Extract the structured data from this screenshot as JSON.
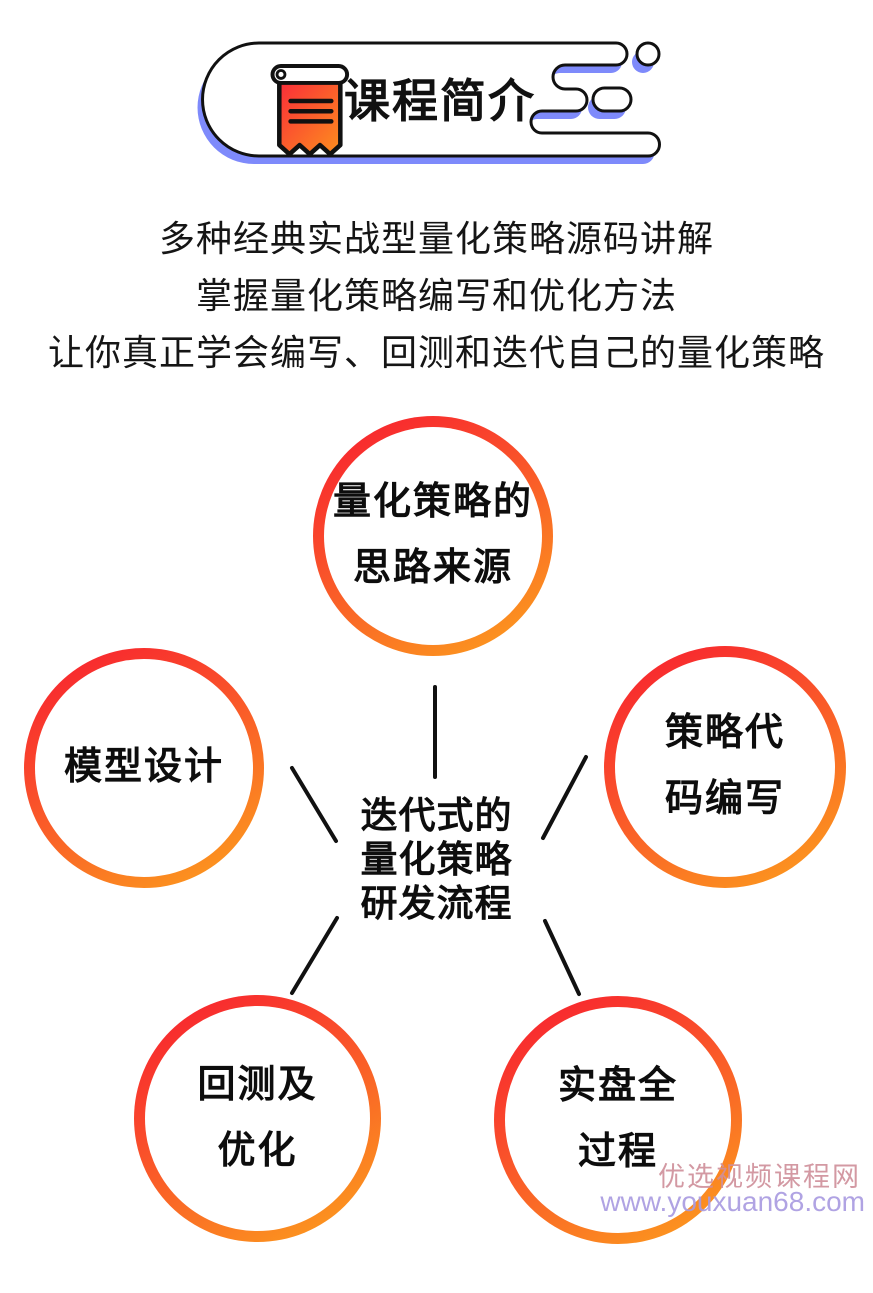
{
  "header": {
    "title": "课程简介",
    "outline_color": "#111111",
    "shadow_color": "#7e8afb",
    "icon": "scroll-icon",
    "icon_gradient": [
      "#f92c39",
      "#fd8f1e"
    ]
  },
  "intro": {
    "lines": [
      "多种经典实战型量化策略源码讲解",
      "掌握量化策略编写和优化方法",
      "让你真正学会编写、回测和迭代自己的量化策略"
    ]
  },
  "diagram": {
    "center": {
      "lines": [
        "迭代式的",
        "量化策略",
        "研发流程"
      ]
    },
    "ring_gradient": [
      "#f8202f",
      "#fc9e1d"
    ],
    "connector_color": "#111111",
    "nodes": [
      {
        "id": "top",
        "label_lines": [
          "量化策略的",
          "思路来源"
        ]
      },
      {
        "id": "left",
        "label_lines": [
          "模型设计"
        ]
      },
      {
        "id": "right",
        "label_lines": [
          "策略代",
          "码编写"
        ]
      },
      {
        "id": "bottom-left",
        "label_lines": [
          "回测及",
          "优化"
        ]
      },
      {
        "id": "bottom-right",
        "label_lines": [
          "实盘全",
          "过程"
        ]
      }
    ]
  },
  "watermark": {
    "site_name": "优选视频课程网",
    "site_url": "www.youxuan68.com",
    "name_color": "#cf8f9a",
    "url_color": "#a89ae0"
  }
}
